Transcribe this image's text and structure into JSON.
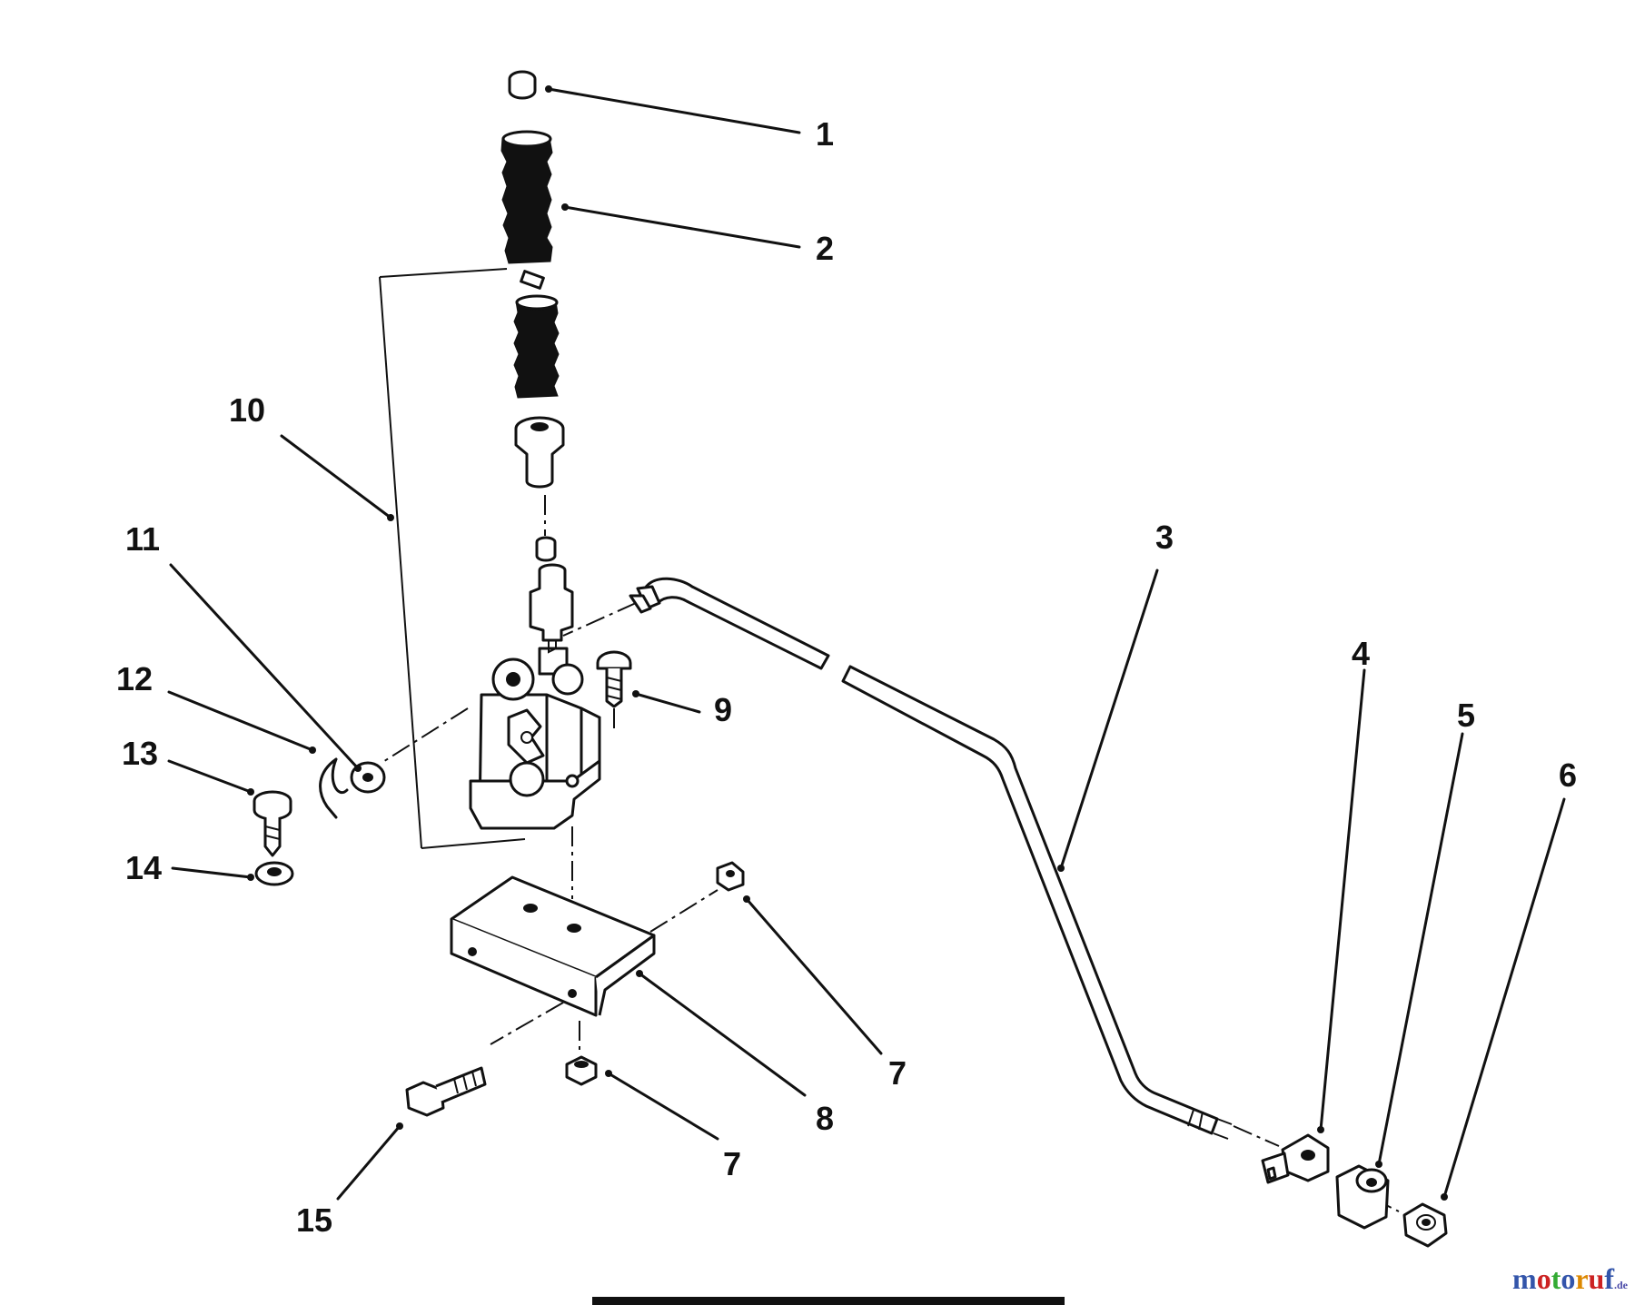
{
  "diagram": {
    "callouts": [
      {
        "id": "c1",
        "label": "1"
      },
      {
        "id": "c2",
        "label": "2"
      },
      {
        "id": "c3",
        "label": "3"
      },
      {
        "id": "c4",
        "label": "4"
      },
      {
        "id": "c5",
        "label": "5"
      },
      {
        "id": "c6",
        "label": "6"
      },
      {
        "id": "c7a",
        "label": "7"
      },
      {
        "id": "c7b",
        "label": "7"
      },
      {
        "id": "c8",
        "label": "8"
      },
      {
        "id": "c9",
        "label": "9"
      },
      {
        "id": "c10",
        "label": "10"
      },
      {
        "id": "c11",
        "label": "11"
      },
      {
        "id": "c12",
        "label": "12"
      },
      {
        "id": "c13",
        "label": "13"
      },
      {
        "id": "c14",
        "label": "14"
      },
      {
        "id": "c15",
        "label": "15"
      }
    ]
  },
  "watermark": {
    "parts": [
      "m",
      "o",
      "t",
      "o",
      "r",
      "u",
      "f"
    ],
    "colors": [
      "#3355aa",
      "#cc2222",
      "#33aa33",
      "#3355aa",
      "#dd8800",
      "#cc2222",
      "#3355aa"
    ],
    "suffix": ".de"
  }
}
